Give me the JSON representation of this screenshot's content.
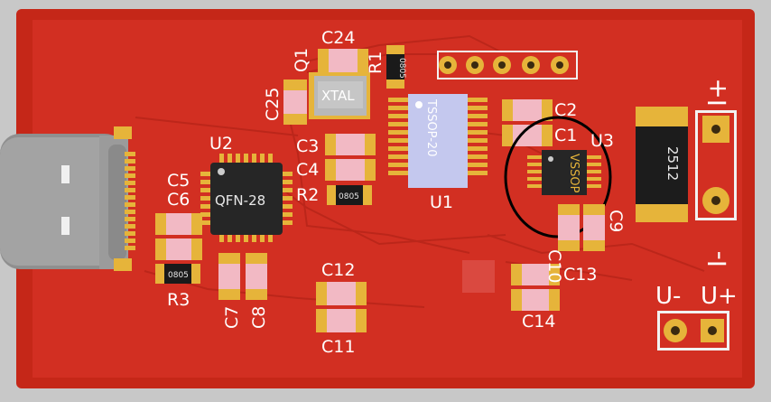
{
  "labels": {
    "c24": "C24",
    "q1": "Q1",
    "r1": "R1",
    "c25": "C25",
    "u2": "U2",
    "c5": "C5",
    "c6": "C6",
    "r3": "R3",
    "c7": "C7",
    "c8": "C8",
    "c3": "C3",
    "c4": "C4",
    "r2": "R2",
    "c12": "C12",
    "c11": "C11",
    "u1": "U1",
    "c2": "C2",
    "c1": "C1",
    "u3": "U3",
    "c10": "C10",
    "c9": "C9",
    "c13": "C13",
    "c14": "C14",
    "i_plus": "I+",
    "i_minus": "I-",
    "u_minus": "U-",
    "u_plus": "U+"
  },
  "package_marks": {
    "xtal": "XTAL",
    "qfn": "QFN-28",
    "tssop": "TSSOP-20",
    "vssop": "VSSOP",
    "r_0805_1": "0805",
    "r_0805_2": "0805",
    "r_0805_3": "0805",
    "shunt": "2512"
  },
  "colors": {
    "board": "#d22f22",
    "board_edge": "#c52718",
    "pad": "#e6b43a",
    "cap_body": "#f2b9c4",
    "chip": "#262626",
    "tssop_body": "#c4c8ee",
    "background": "#c8c8c8",
    "highlight": "#000000"
  },
  "icons": {
    "usb_c_connector": "usb-c-icon",
    "header_pins": "pin-header-icon"
  }
}
